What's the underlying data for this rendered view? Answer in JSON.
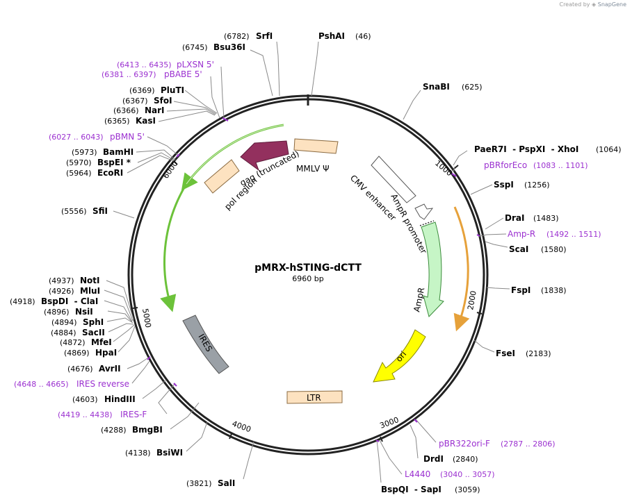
{
  "credit": {
    "prefix": "Created by",
    "brand": "SnapGene"
  },
  "plasmid": {
    "name": "pMRX-hSTING-dCTT",
    "size": "6960 bp"
  },
  "ticks": [
    "1000",
    "2000",
    "3000",
    "4000",
    "5000",
    "6000"
  ],
  "features": [
    {
      "label": "gag (truncated)",
      "color": "#93305e"
    },
    {
      "label": "MMLV Ψ",
      "color": "#fde2c0"
    },
    {
      "label": "pol region",
      "color": "#fde2c0"
    },
    {
      "label": "CMV enhancer",
      "color": "#ffffff"
    },
    {
      "label": "AmpR promoter",
      "color": "#ffffff"
    },
    {
      "label": "AmpR",
      "color": "#c6f5c6"
    },
    {
      "label": "ori",
      "color": "#ffff00"
    },
    {
      "label": "LTR",
      "color": "#fde2c0"
    },
    {
      "label": "IRES",
      "color": "#9aa0a6"
    }
  ],
  "labels": [
    {
      "name": "SrfI",
      "pos": "(6782)"
    },
    {
      "name": "PshAI",
      "pos": "(46)"
    },
    {
      "name": "Bsu36I",
      "pos": "(6745)"
    },
    {
      "name": "pLXSN 5'",
      "pos": "(6413 .. 6435)",
      "primer": true
    },
    {
      "name": "pBABE 5'",
      "pos": "(6381 .. 6397)",
      "primer": true
    },
    {
      "name": "SnaBI",
      "pos": "(625)"
    },
    {
      "name": "PluTI",
      "pos": "(6369)"
    },
    {
      "name": "SfoI",
      "pos": "(6367)"
    },
    {
      "name": "NarI",
      "pos": "(6366)"
    },
    {
      "name": "KasI",
      "pos": "(6365)"
    },
    {
      "name": "pBMN 5'",
      "pos": "(6027 .. 6043)",
      "primer": true
    },
    {
      "name": "PaeR7I  - PspXI  - XhoI",
      "pos": "(1064)"
    },
    {
      "name": "BamHI",
      "pos": "(5973)"
    },
    {
      "name": "pBRforEco",
      "pos": "(1083 .. 1101)",
      "primer": true
    },
    {
      "name": "BspEI *",
      "pos": "(5970)"
    },
    {
      "name": "EcoRI",
      "pos": "(5964)"
    },
    {
      "name": "SspI",
      "pos": "(1256)"
    },
    {
      "name": "SfiI",
      "pos": "(5556)"
    },
    {
      "name": "DraI",
      "pos": "(1483)"
    },
    {
      "name": "Amp-R",
      "pos": "(1492 .. 1511)",
      "primer": true
    },
    {
      "name": "ScaI",
      "pos": "(1580)"
    },
    {
      "name": "NotI",
      "pos": "(4937)"
    },
    {
      "name": "FspI",
      "pos": "(1838)"
    },
    {
      "name": "MluI",
      "pos": "(4926)"
    },
    {
      "name": "BspDI  - ClaI",
      "pos": "(4918)"
    },
    {
      "name": "NsiI",
      "pos": "(4896)"
    },
    {
      "name": "SphI",
      "pos": "(4894)"
    },
    {
      "name": "SacII",
      "pos": "(4884)"
    },
    {
      "name": "MfeI",
      "pos": "(4872)"
    },
    {
      "name": "HpaI",
      "pos": "(4869)"
    },
    {
      "name": "FseI",
      "pos": "(2183)"
    },
    {
      "name": "AvrII",
      "pos": "(4676)"
    },
    {
      "name": "IRES reverse",
      "pos": "(4648 .. 4665)",
      "primer": true
    },
    {
      "name": "HindIII",
      "pos": "(4603)"
    },
    {
      "name": "IRES-F",
      "pos": "(4419 .. 4438)",
      "primer": true
    },
    {
      "name": "pBR322ori-F",
      "pos": "(2787 .. 2806)",
      "primer": true
    },
    {
      "name": "BmgBI",
      "pos": "(4288)"
    },
    {
      "name": "DrdI",
      "pos": "(2840)"
    },
    {
      "name": "BsiWI",
      "pos": "(4138)"
    },
    {
      "name": "L4440",
      "pos": "(3040 .. 3057)",
      "primer": true
    },
    {
      "name": "SalI",
      "pos": "(3821)"
    },
    {
      "name": "BspQI  - SapI",
      "pos": "(3059)"
    }
  ],
  "colors": {
    "primer": "#9b30d0",
    "orf": "#6cc23a",
    "orf2": "#e6a13a",
    "backbone": "#222222"
  }
}
